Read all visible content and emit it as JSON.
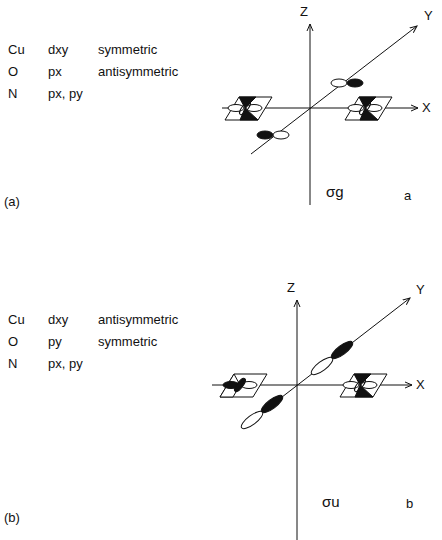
{
  "diagram": {
    "labels": [
      "Cu",
      "dxy",
      "symmetric",
      "O",
      "px",
      "antisymmetric",
      "N",
      "px, py",
      "Z",
      "Y",
      "X",
      "a",
      "σg",
      "(a)",
      "Cu",
      "dxy",
      "antisymmetric",
      "O",
      "py",
      "symmetric",
      "N",
      "px, py",
      "Z",
      "Y",
      "X",
      "b",
      "σu",
      "(b)"
    ]
  }
}
